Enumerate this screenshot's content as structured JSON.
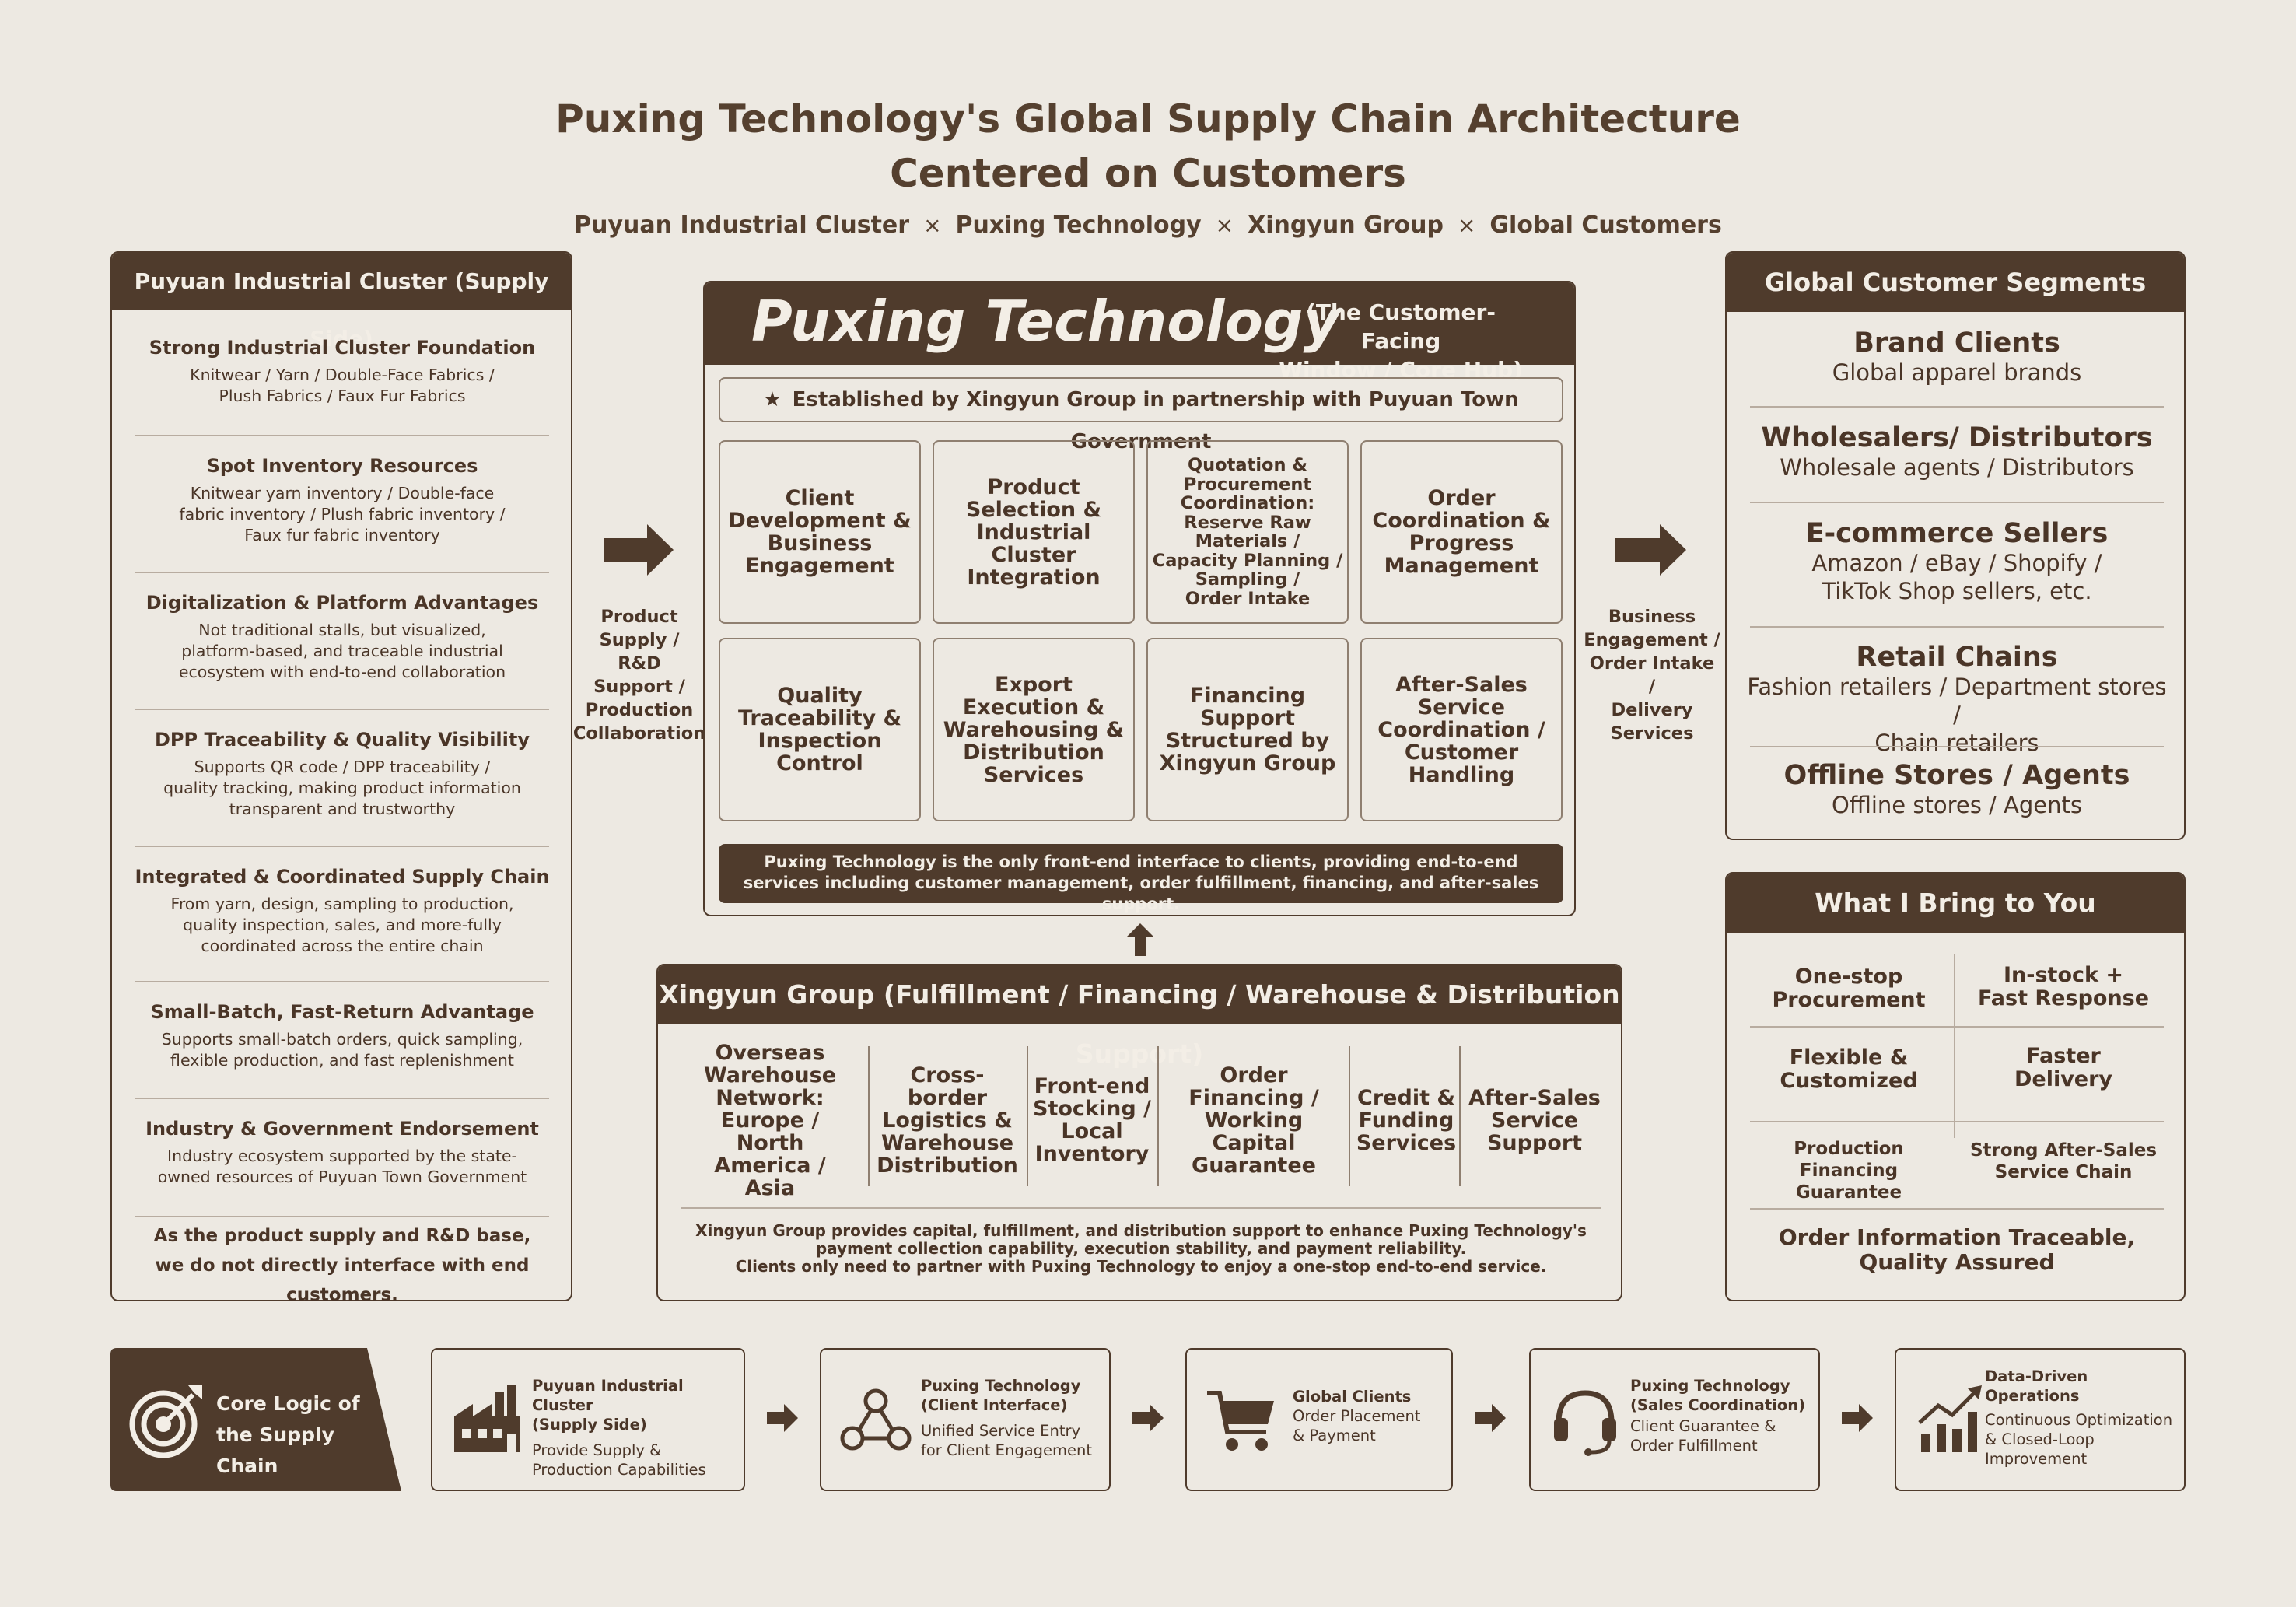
{
  "title": {
    "line1": "Puxing Technology's Global Supply Chain Architecture",
    "line2": "Centered on Customers"
  },
  "subtitle": {
    "parts": [
      "Puyuan Industrial Cluster",
      "Puxing Technology",
      "Xingyun Group",
      "Global Customers"
    ],
    "separator": "×"
  },
  "left_panel": {
    "title": "Puyuan Industrial Cluster (Supply Side)",
    "items": [
      {
        "heading": "Strong Industrial Cluster Foundation",
        "desc1": "Knitwear / Yarn / Double-Face Fabrics /",
        "desc2": "Plush Fabrics / Faux Fur Fabrics",
        "desc3": ""
      },
      {
        "heading": "Spot Inventory Resources",
        "desc1": "Knitwear yarn inventory / Double-face",
        "desc2": "fabric inventory / Plush fabric inventory /",
        "desc3": "Faux fur fabric inventory"
      },
      {
        "heading": "Digitalization & Platform Advantages",
        "desc1": "Not traditional stalls, but visualized,",
        "desc2": "platform-based, and traceable industrial",
        "desc3": "ecosystem with end-to-end collaboration"
      },
      {
        "heading": "DPP Traceability & Quality Visibility",
        "desc1": "Supports QR code / DPP traceability /",
        "desc2": "quality tracking, making product information",
        "desc3": "transparent and trustworthy"
      },
      {
        "heading": "Integrated & Coordinated Supply Chain",
        "desc1": "From yarn, design, sampling to production,",
        "desc2": "quality inspection, sales, and more-fully",
        "desc3": "coordinated across the entire chain"
      },
      {
        "heading": "Small-Batch, Fast-Return Advantage",
        "desc1": "Supports small-batch orders, quick sampling,",
        "desc2": "flexible production, and fast replenishment",
        "desc3": ""
      },
      {
        "heading": "Industry & Government Endorsement",
        "desc1": "Industry ecosystem supported by the state-",
        "desc2": "owned resources of Puyuan Town Government",
        "desc3": ""
      }
    ],
    "footer1": "As the product supply and R&D base,",
    "footer2": "we do not directly interface with end customers."
  },
  "left_arrow_label": [
    "Product",
    "Supply /",
    "R&D",
    "Support /",
    "Production",
    "Collaboration"
  ],
  "center_panel": {
    "name": "Puxing Technology",
    "role1": "(The Customer-Facing",
    "role2": "Window / Core Hub)",
    "established": "Established by Xingyun Group in partnership with Puyuan Town Government",
    "boxes": [
      [
        "Client",
        "Development &",
        "Business",
        "Engagement"
      ],
      [
        "Product",
        "Selection &",
        "Industrial",
        "Cluster",
        "Integration"
      ],
      [
        "Quotation &",
        "Procurement",
        "Coordination:",
        "Reserve Raw",
        "Materials /",
        "Capacity Planning /",
        "Sampling /",
        "Order Intake"
      ],
      [
        "Order",
        "Coordination &",
        "Progress",
        "Management"
      ],
      [
        "Quality",
        "Traceability &",
        "Inspection",
        "Control"
      ],
      [
        "Export",
        "Execution &",
        "Warehousing &",
        "Distribution",
        "Services"
      ],
      [
        "Financing",
        "Support",
        "Structured by",
        "Xingyun Group"
      ],
      [
        "After-Sales",
        "Service",
        "Coordination /",
        "Customer",
        "Handling"
      ]
    ],
    "footer1": "Puxing Technology is the only front-end interface to clients, providing end-to-end",
    "footer2": "services including customer management, order fulfillment, financing, and after-sales support."
  },
  "right_arrow_label": [
    "Business",
    "Engagement /",
    "Order Intake /",
    "Delivery",
    "Services"
  ],
  "segments_panel": {
    "title": "Global Customer Segments",
    "items": [
      {
        "heading": "Brand Clients",
        "desc1": "Global apparel brands",
        "desc2": ""
      },
      {
        "heading": "Wholesalers/ Distributors",
        "desc1": "Wholesale agents / Distributors",
        "desc2": ""
      },
      {
        "heading": "E-commerce Sellers",
        "desc1": "Amazon / eBay / Shopify /",
        "desc2": "TikTok Shop sellers, etc."
      },
      {
        "heading": "Retail Chains",
        "desc1": "Fashion retailers / Department stores /",
        "desc2": "Chain retailers"
      },
      {
        "heading": "Offline Stores / Agents",
        "desc1": "Offline stores / Agents",
        "desc2": ""
      }
    ]
  },
  "bring_panel": {
    "title": "What I Bring to You",
    "cells": [
      [
        "One-stop",
        "Procurement"
      ],
      [
        "In-stock +",
        "Fast Response"
      ],
      [
        "Flexible &",
        "Customized"
      ],
      [
        "Faster",
        "Delivery"
      ],
      [
        "Production",
        "Financing Guarantee"
      ],
      [
        "Strong After-Sales",
        "Service Chain"
      ]
    ],
    "footer1": "Order Information Traceable,",
    "footer2": "Quality Assured"
  },
  "xingyun_panel": {
    "title": "Xingyun Group (Fulfillment / Financing / Warehouse & Distribution Support)",
    "columns": [
      [
        "Overseas",
        "Warehouse",
        "Network:",
        "Europe /",
        "North America /",
        "Asia"
      ],
      [
        "Cross-border",
        "Logistics &",
        "Warehouse",
        "Distribution"
      ],
      [
        "Front-end",
        "Stocking /",
        "Local",
        "Inventory"
      ],
      [
        "Order",
        "Financing /",
        "Working Capital",
        "Guarantee"
      ],
      [
        "Credit &",
        "Funding",
        "Services"
      ],
      [
        "After-Sales",
        "Service",
        "Support"
      ]
    ],
    "footer1": "Xingyun Group provides capital, fulfillment, and distribution support to enhance Puxing Technology's",
    "footer2": "payment collection capability, execution stability, and payment reliability.",
    "footer3": "Clients only need to partner with Puxing Technology to enjoy a one-stop end-to-end service."
  },
  "core_logic": {
    "line1": "Core Logic of",
    "line2": "the Supply Chain",
    "icon": "target-icon"
  },
  "flow": [
    {
      "icon": "factory-icon",
      "title1": "Puyuan Industrial Cluster",
      "title2": "(Supply Side)",
      "desc1": "Provide Supply &",
      "desc2": "Production Capabilities",
      "desc3": ""
    },
    {
      "icon": "network-icon",
      "title1": "Puxing Technology",
      "title2": "(Client Interface)",
      "desc1": "Unified Service Entry",
      "desc2": "for Client Engagement",
      "desc3": ""
    },
    {
      "icon": "cart-icon",
      "title1": "Global Clients",
      "title2": "",
      "desc1": "Order Placement",
      "desc2": "& Payment",
      "desc3": ""
    },
    {
      "icon": "headset-icon",
      "title1": "Puxing Technology",
      "title2": "(Sales Coordination)",
      "desc1": "Client Guarantee &",
      "desc2": "Order Fulfillment",
      "desc3": ""
    },
    {
      "icon": "growth-chart-icon",
      "title1": "Data-Driven",
      "title2": "Operations",
      "desc1": "Continuous Optimization",
      "desc2": "& Closed-Loop",
      "desc3": "Improvement"
    }
  ],
  "colors": {
    "brown": "#4f3b2c",
    "background": "#ede9e2",
    "light_text": "#f3eee6"
  }
}
